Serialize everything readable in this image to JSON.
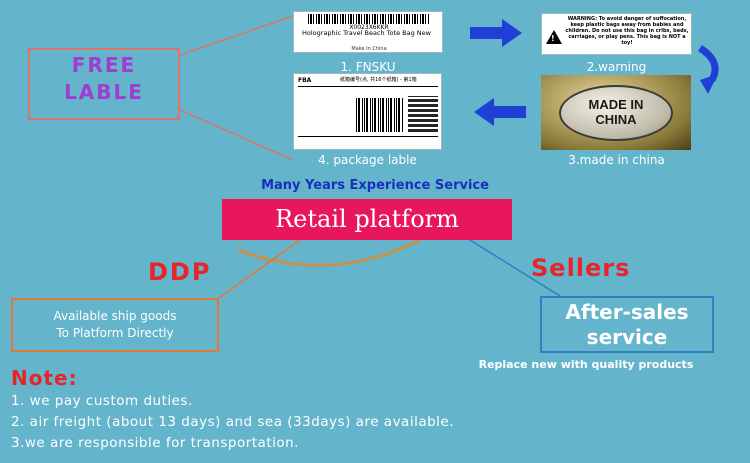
{
  "free_label": {
    "line1": "FREE",
    "line2": "LABLE"
  },
  "labels": {
    "fnsku": {
      "code": "X0023X6KKR",
      "title": "Holographic Travel Beach Tote Bag New",
      "made": "Make In China",
      "caption": "1. FNSKU"
    },
    "warning": {
      "text": "WARNING: To avoid danger of suffocation, keep plastic bags away from babies and children. Do not use this bag in cribs, beds, carriages, or play pens. This bag is NOT a toy!",
      "caption": "2.warning"
    },
    "made_in_china": {
      "line1": "MADE IN",
      "line2": "CHINA",
      "caption": "3.made in china"
    },
    "package": {
      "fba": "FBA",
      "cn": "纸箱编号(点, 共16个纸箱) - 第1箱",
      "caption": "4. package lable"
    }
  },
  "experience": "Many Years Experience Service",
  "retail": "Retail platform",
  "ddp": "DDP",
  "sellers": "Sellers",
  "ship_box": {
    "line1": "Available ship goods",
    "line2": "To  Platform Directly"
  },
  "after_sales": {
    "line1": "After-sales",
    "line2": "service"
  },
  "replace": "Replace new with quality products",
  "note": {
    "title": "Note:",
    "items": [
      "1. we pay custom duties.",
      "2. air freight (about 13 days) and sea (33days) are available.",
      "3.we are responsible for transportation."
    ]
  },
  "colors": {
    "background": "#64b4cc",
    "accent_red": "#e5252a",
    "retail_pink": "#e8175d",
    "arrow_blue": "#1f3fd6",
    "purple": "#a03cd0"
  }
}
